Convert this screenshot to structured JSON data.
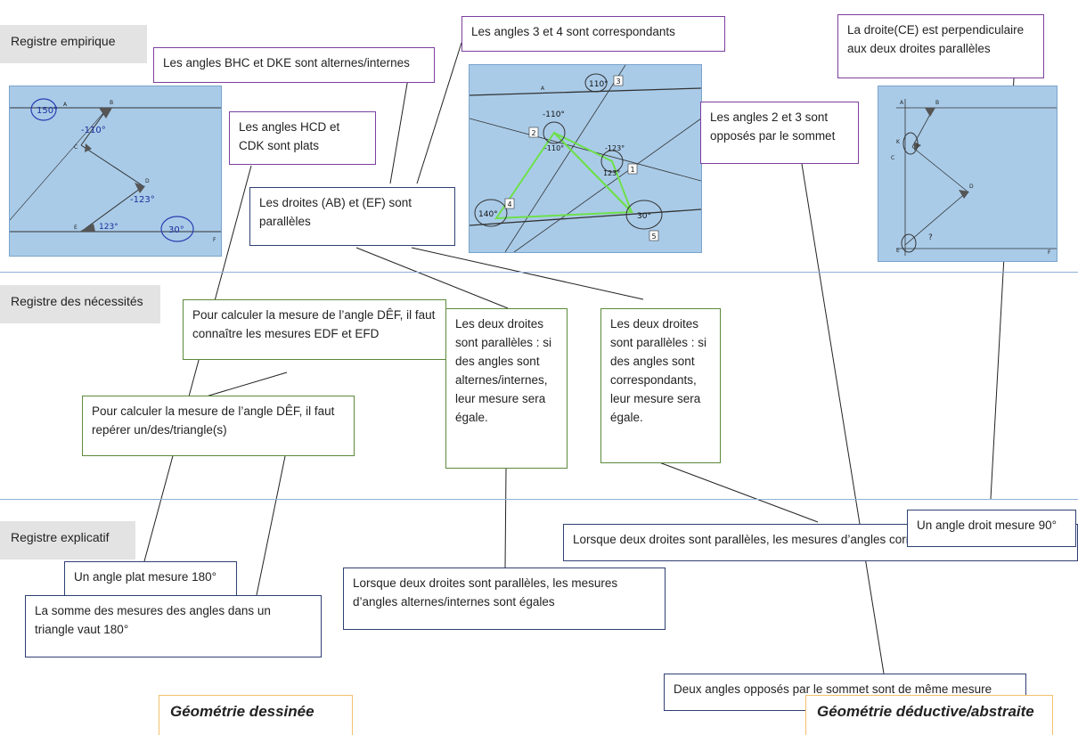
{
  "registers": {
    "empirique": "Registre empirique",
    "necessites": "Registre des nécessités",
    "explicatif": "Registre explicatif"
  },
  "empirical_boxes": {
    "bhc_dke": "Les angles BHC et DKE sont alternes/internes",
    "hcd_cdk": "Les angles HCD et CDK sont plats",
    "angles_3_4": "Les angles 3 et 4 sont correspondants",
    "ab_ef": "Les droites  (AB) et (EF) sont parallèles",
    "angles_2_3": "Les angles 2 et 3 sont opposés par le sommet",
    "ce_perp": "La droite(CE) est perpendiculaire aux deux droites parallèles"
  },
  "necessity_boxes": {
    "calc_edf_efd": "Pour calculer la mesure de l’angle DÊF, il faut connaître les mesures EDF et EFD",
    "calc_triangle": "Pour calculer la mesure de l’angle DÊF, il faut repérer un/des/triangle(s)",
    "alternes": "Les deux droites sont parallèles : si des angles sont alternes/internes, leur mesure sera égale.",
    "correspondants": "Les deux droites sont parallèles : si des angles sont correspondants, leur mesure sera égale."
  },
  "explicative_boxes": {
    "corresp_egales": "Lorsque deux droites sont parallèles, les mesures d’angles correspondants sont égales",
    "plat_180": "Un angle plat mesure 180°",
    "alternes_egales": "Lorsque deux droites sont parallèles, les mesures d’angles alternes/internes sont égales",
    "droit_90": "Un angle droit mesure 90°",
    "somme_triangle": "La somme des mesures des angles dans un triangle vaut 180°",
    "opposes_meme": "Deux angles opposés par le sommet sont de même mesure"
  },
  "footer": {
    "dessinee": "Géométrie dessinée",
    "deductive": "Géométrie déductive/abstraite"
  },
  "figure1": {
    "labels": [
      "150°",
      "-110°",
      "-123°",
      "123°",
      "30°"
    ],
    "points": [
      "A",
      "B",
      "C",
      "D",
      "E",
      "F"
    ]
  },
  "figure2": {
    "labels": [
      "110°",
      "-110°",
      "-110°",
      "-123°",
      "123°",
      "140°",
      "30°"
    ],
    "numbers": [
      "1",
      "2",
      "3",
      "4",
      "5"
    ],
    "point": "A"
  },
  "figure3": {
    "points": [
      "A",
      "B",
      "K",
      "C",
      "D",
      "E",
      "F"
    ],
    "question": "?"
  },
  "colors": {
    "purple_border": "#7b3fa0",
    "green_border": "#5b8a3a",
    "navy_border": "#2f3f73",
    "divider": "#8fb0d8",
    "footer_border": "#f2c26b",
    "figure_bg": "#a9cbe8",
    "triangle": "#6ee04a"
  }
}
